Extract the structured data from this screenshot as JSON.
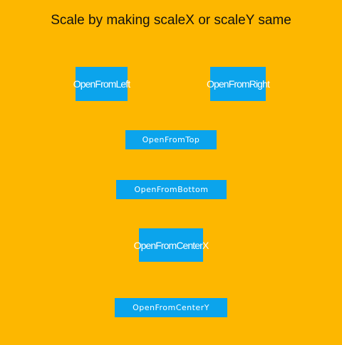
{
  "header": {
    "title": "Scale by making scaleX or scaleY same"
  },
  "buttons": {
    "open_from_left": "OpenFromLeft",
    "open_from_right": "OpenFromRight",
    "open_from_top": "OpenFromTop",
    "open_from_bottom": "OpenFromBottom",
    "open_from_center_x": "OpenFromCenterX",
    "open_from_center_y": "OpenFromCenterY"
  },
  "colors": {
    "background": "#FDB700",
    "button": "#0BA4EC",
    "button_text": "#FFFFFF",
    "title_text": "#111111"
  }
}
